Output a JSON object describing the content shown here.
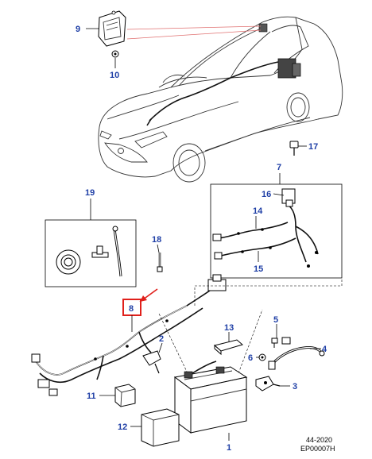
{
  "figure": {
    "reference_code": "44-2020",
    "image_code": "EP00007H",
    "highlighted_part": "8"
  },
  "callouts": [
    {
      "id": "9",
      "label": "9"
    },
    {
      "id": "10",
      "label": "10"
    },
    {
      "id": "17",
      "label": "17"
    },
    {
      "id": "7",
      "label": "7"
    },
    {
      "id": "16",
      "label": "16"
    },
    {
      "id": "14",
      "label": "14"
    },
    {
      "id": "15",
      "label": "15"
    },
    {
      "id": "19",
      "label": "19"
    },
    {
      "id": "18",
      "label": "18"
    },
    {
      "id": "8",
      "label": "8"
    },
    {
      "id": "13",
      "label": "13"
    },
    {
      "id": "5",
      "label": "5"
    },
    {
      "id": "2",
      "label": "2"
    },
    {
      "id": "6",
      "label": "6"
    },
    {
      "id": "4",
      "label": "4"
    },
    {
      "id": "3",
      "label": "3"
    },
    {
      "id": "11",
      "label": "11"
    },
    {
      "id": "12",
      "label": "12"
    },
    {
      "id": "1",
      "label": "1"
    }
  ],
  "colors": {
    "callout_text": "#1f3fa6",
    "highlight_box": "#e0201b",
    "pointer_line": "#e07070"
  }
}
